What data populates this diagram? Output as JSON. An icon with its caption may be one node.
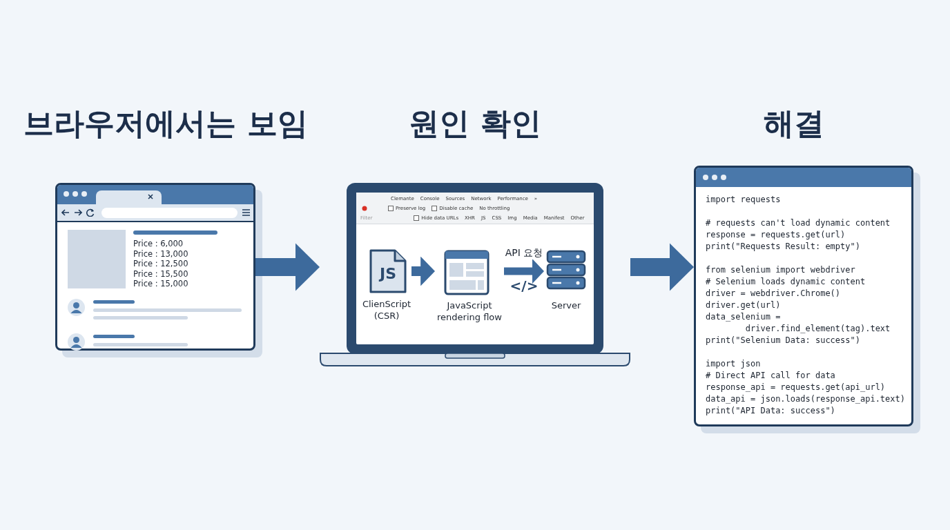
{
  "diagram": {
    "nodes": [
      {
        "text": [
          "Price : 6,000",
          "Price : 13,000",
          "Price : 12,500",
          "Price : 15,500",
          "Price : 15,000"
        ]
      },
      {
        "text": [],
        "shape": "laptop"
      },
      {
        "text": [
          "JS",
          "ClienScript (CSR)"
        ],
        "in": 1
      },
      {
        "text": [
          "JavaScript rendering flow"
        ],
        "in": 1
      },
      {
        "text": [
          "Server"
        ],
        "in": 1
      },
      {
        "text": [
          "import requests",
          "# requests can't load dynamic content",
          "response = requests.get(url)",
          "print(\"Requests Result: empty\")",
          "from selenium import webdriver",
          "# Selenium loads dynamic content",
          "driver = webdriver.Chrome()",
          "driver.get(url)",
          "data_selenium = driver.find_element(tag).text",
          "print(\"Selenium Data: success\")",
          "import json",
          "# Direct API call for data",
          "response_api = requests.get(api_url)",
          "data_api = json.loads(response_api.text)",
          "print(\"API Data: success\")"
        ]
      }
    ],
    "edges": [
      {
        "from": 0,
        "to": 1,
        "arrow": "to",
        "style": "thick"
      },
      {
        "from": 1,
        "to": 5,
        "arrow": "to",
        "style": "thick"
      },
      {
        "from": 2,
        "to": 3,
        "arrow": "to"
      },
      {
        "from": 3,
        "to": 4,
        "arrow": "to",
        "label": "API 요청"
      }
    ],
    "labels": [
      "브라우저에서는 보임",
      "원인 확인",
      "해결",
      "Clemante",
      "Console",
      "Sources",
      "Network",
      "Performance",
      "»",
      "Preserve log",
      "Disable cache",
      "No throttling",
      "Filter",
      "Hide data URLs",
      "XHR",
      "JS",
      "CSS",
      "Img",
      "Media",
      "Manifest",
      "Other",
      "</>"
    ]
  }
}
